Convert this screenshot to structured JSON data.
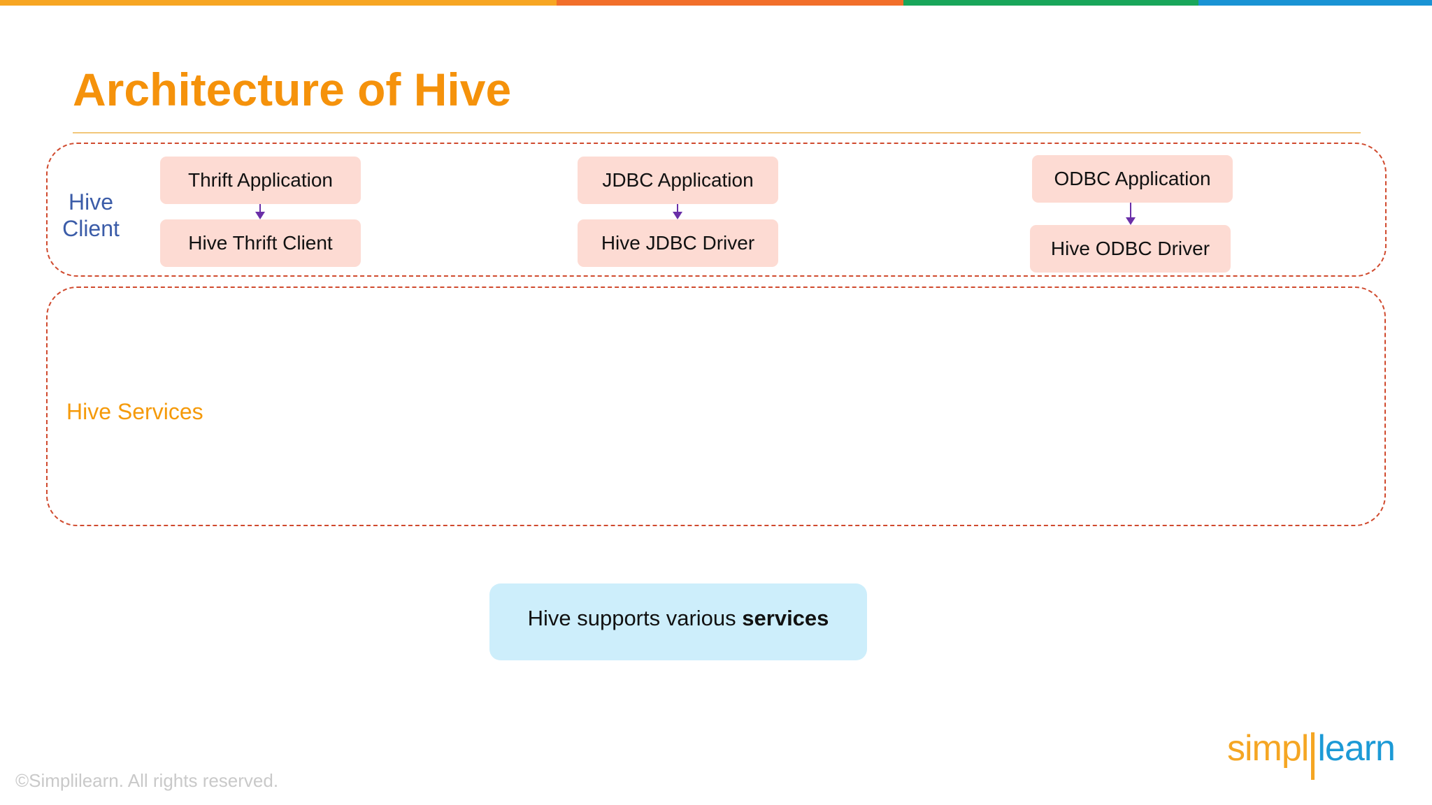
{
  "slide": {
    "title": "Architecture of Hive",
    "footer": "©Simplilearn. All rights reserved."
  },
  "groups": {
    "client": {
      "label_line1": "Hive",
      "label_line2": "Client"
    },
    "services": {
      "label": "Hive Services"
    }
  },
  "components": [
    {
      "application": "Thrift Application",
      "driver": "Hive Thrift Client"
    },
    {
      "application": "JDBC Application",
      "driver": "Hive JDBC Driver"
    },
    {
      "application": "ODBC Application",
      "driver": "Hive ODBC Driver"
    }
  ],
  "callout": {
    "text_prefix": "Hive supports various ",
    "text_bold": "services"
  },
  "logo": {
    "part1": "simpl",
    "part2": "learn"
  },
  "colors": {
    "title": "#f5920b",
    "title_rule": "#f2c77a",
    "client_label": "#3b5ca8",
    "services_label": "#f59a0a",
    "group_border": "#d04a2e",
    "box_fill": "#fddbd3",
    "arrow": "#6a2fa8",
    "callout_fill": "#cdeefb",
    "footer_text": "#c9c9c9",
    "logo_orange": "#f5a623",
    "logo_blue": "#1c9ad6",
    "topbar": [
      "#f7a623",
      "#f26f2a",
      "#19a65a",
      "#1a93d4"
    ]
  }
}
